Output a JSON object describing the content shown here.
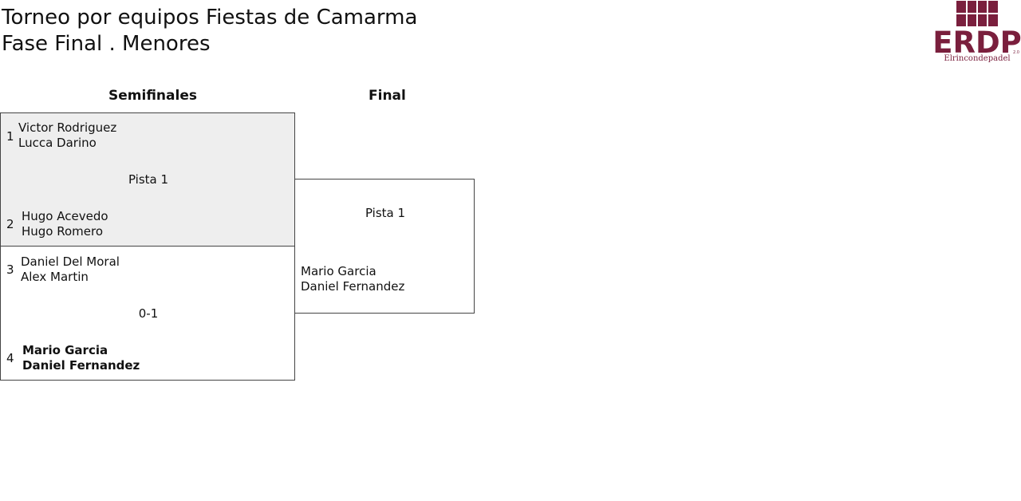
{
  "header": {
    "title_line1": "Torneo por equipos Fiestas de Camarma",
    "title_line2": "Fase Final . Menores"
  },
  "logo": {
    "letters": "ERDP",
    "version": "2.0",
    "tagline": "Elrincondepadel",
    "color": "#7a1f3d"
  },
  "rounds": {
    "semifinal_label": "Semifinales",
    "final_label": "Final"
  },
  "semifinal_1": {
    "court": "Pista 1",
    "team1": {
      "seed": "1",
      "player1": "Victor Rodriguez",
      "player2": "Lucca Darino"
    },
    "team2": {
      "seed": "2",
      "player1": "Hugo Acevedo",
      "player2": "Hugo Romero"
    }
  },
  "semifinal_2": {
    "score": "0-1",
    "team1": {
      "seed": "3",
      "player1": "Daniel Del Moral",
      "player2": "Alex Martin"
    },
    "team2": {
      "seed": "4",
      "player1": "Mario Garcia",
      "player2": "Daniel Fernandez"
    }
  },
  "final": {
    "court": "Pista 1",
    "team2": {
      "player1": "Mario Garcia",
      "player2": "Daniel Fernandez"
    }
  }
}
